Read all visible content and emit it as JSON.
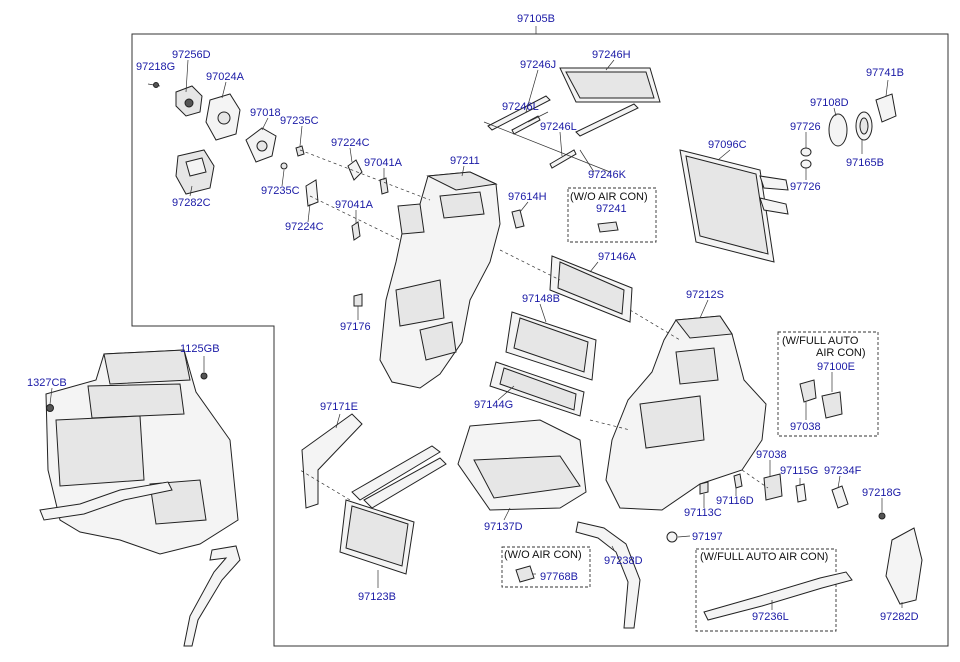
{
  "labels": {
    "l97105B": "97105B",
    "l97256D": "97256D",
    "l97218G_a": "97218G",
    "l97024A": "97024A",
    "l97018": "97018",
    "l97235C_a": "97235C",
    "l97224C_a": "97224C",
    "l97041A_a": "97041A",
    "l97211": "97211",
    "l97246J": "97246J",
    "l97246H": "97246H",
    "l97246L_a": "97246L",
    "l97246L_b": "97246L",
    "l97246K": "97246K",
    "l97741B": "97741B",
    "l97108D": "97108D",
    "l97726_a": "97726",
    "l97726_b": "97726",
    "l97165B": "97165B",
    "l97096C": "97096C",
    "l97282C": "97282C",
    "l97235C_b": "97235C",
    "l97224C_b": "97224C",
    "l97041A_b": "97041A",
    "l97614H": "97614H",
    "l97241": "97241",
    "l97146A": "97146A",
    "l97212S": "97212S",
    "l97148B": "97148B",
    "l97176": "97176",
    "l1125GB": "1125GB",
    "l1327CB": "1327CB",
    "l97100E": "97100E",
    "l97038_a": "97038",
    "l97144G": "97144G",
    "l97171E": "97171E",
    "l97038_b": "97038",
    "l97115G": "97115G",
    "l97234F": "97234F",
    "l97218G_b": "97218G",
    "l97116D": "97116D",
    "l97113C": "97113C",
    "l97137D": "97137D",
    "l97197": "97197",
    "l97238D": "97238D",
    "l97768B": "97768B",
    "l97236L": "97236L",
    "l97123B": "97123B",
    "l97282D": "97282D"
  },
  "notes": {
    "wo_aircon_top": "(W/O AIR CON)",
    "wfull_auto_line1": "(W/FULL AUTO",
    "wfull_auto_line2": "AIR CON)",
    "wo_aircon_bottom": "(W/O AIR CON)",
    "wfull_auto_bottom": "(W/FULL AUTO AIR CON)"
  },
  "colors": {
    "label_text": "#1a1aa6",
    "line_art": "#222222"
  }
}
